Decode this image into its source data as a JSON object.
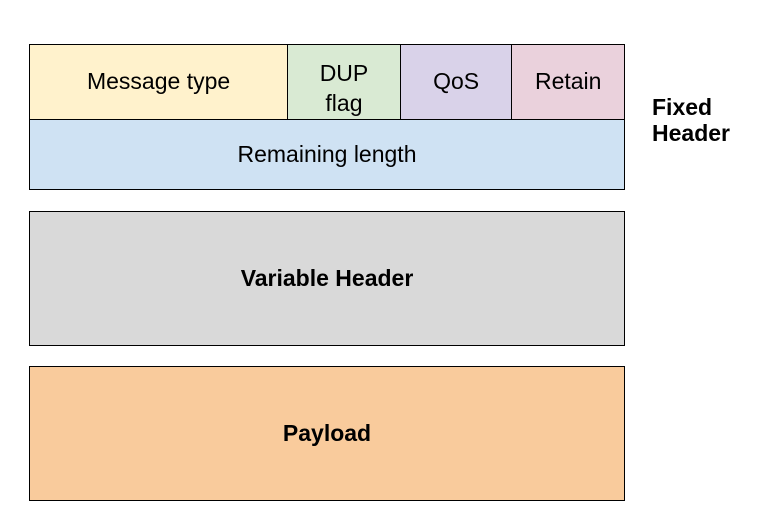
{
  "colors": {
    "border": "#000000",
    "text": "#000000",
    "message_type_bg": "#FFF2CC",
    "dup_flag_bg": "#D9EAD3",
    "qos_bg": "#D9D2E9",
    "retain_bg": "#EAD1DC",
    "remaining_length_bg": "#CFE2F3",
    "variable_header_bg": "#D9D9D9",
    "payload_bg": "#F9CB9C"
  },
  "fixed_header": {
    "side_label": "Fixed Header",
    "side_label_line1": "Fixed",
    "side_label_line2": "Header",
    "flag_cells": [
      {
        "label": "Message type",
        "color": "#FFF2CC"
      },
      {
        "label": "DUP flag",
        "line1": "DUP",
        "line2": "flag",
        "color": "#D9EAD3"
      },
      {
        "label": "QoS",
        "color": "#D9D2E9"
      },
      {
        "label": "Retain",
        "color": "#EAD1DC"
      }
    ],
    "remaining_length": {
      "label": "Remaining length",
      "color": "#CFE2F3"
    }
  },
  "variable_header": {
    "label": "Variable Header",
    "color": "#D9D9D9"
  },
  "payload": {
    "label": "Payload",
    "color": "#F9CB9C"
  }
}
